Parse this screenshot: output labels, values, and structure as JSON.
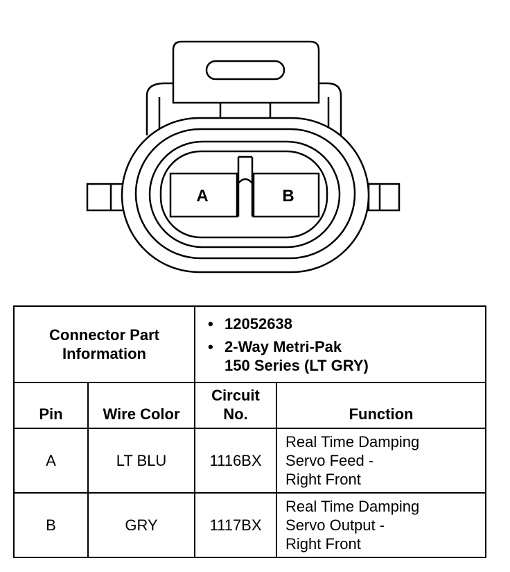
{
  "connector": {
    "pin_labels": [
      "A",
      "B"
    ]
  },
  "part_info": {
    "label_lines": [
      "Connector Part",
      "Information"
    ],
    "part_number": "12052638",
    "type_lines": [
      "2-Way Metri-Pak",
      "150 Series (LT GRY)"
    ]
  },
  "columns": {
    "pin": "Pin",
    "wire_color": "Wire Color",
    "circuit_lines": [
      "Circuit",
      "No."
    ],
    "function": "Function"
  },
  "rows": [
    {
      "pin": "A",
      "wire_color": "LT BLU",
      "circuit": "1116BX",
      "function_lines": [
        "Real Time Damping",
        "Servo Feed -",
        "Right Front"
      ]
    },
    {
      "pin": "B",
      "wire_color": "GRY",
      "circuit": "1117BX",
      "function_lines": [
        "Real Time Damping",
        "Servo Output -",
        "Right Front"
      ]
    }
  ]
}
